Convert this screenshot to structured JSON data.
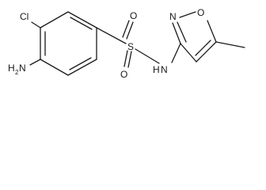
{
  "molecule": {
    "atoms": {
      "cl": "Cl",
      "s": "S",
      "o_top": "O",
      "o_bottom": "O",
      "n_amide": "N",
      "h_amide": "H",
      "n_ring": "N",
      "o_ring": "O",
      "h2n_h": "H",
      "h2n_sub": "2",
      "h2n_n": "N"
    }
  }
}
